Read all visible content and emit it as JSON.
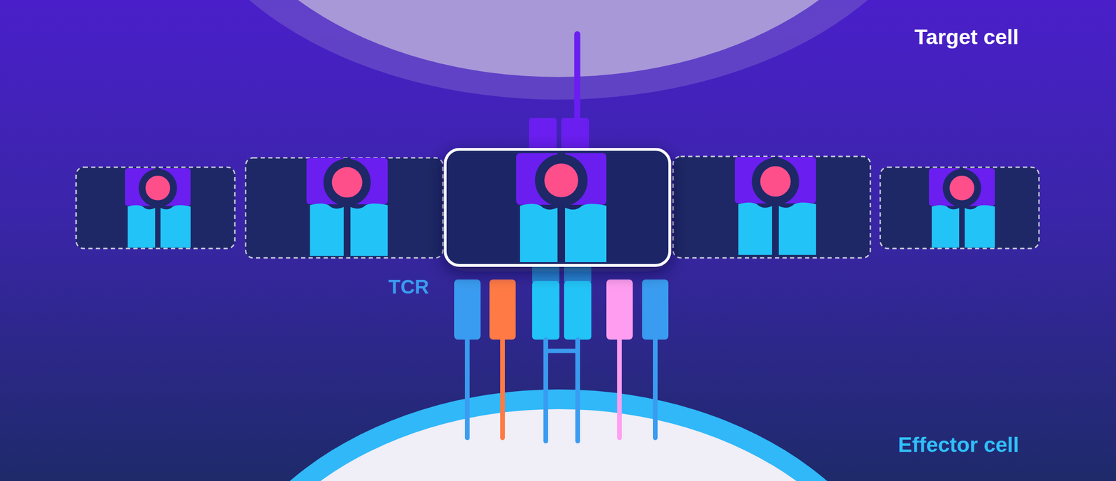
{
  "diagram": {
    "labels": [
      "Target cell",
      "TCR",
      "Effector cell"
    ]
  }
}
